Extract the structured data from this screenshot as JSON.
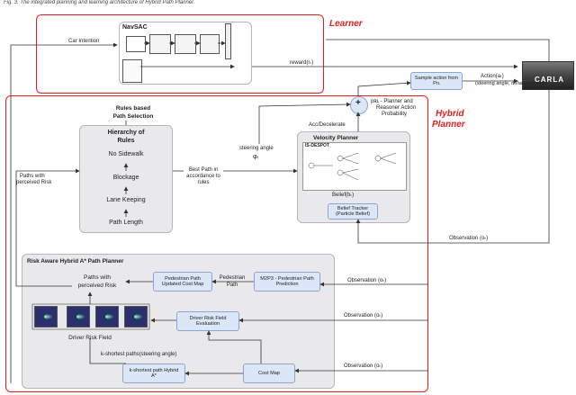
{
  "caption": "Fig. 3. The integrated planning and learning architecture of Hybrid Path Planner.",
  "learner": {
    "label": "Learner",
    "navsac_label": "NavSAC",
    "car_intention": "Car Intention",
    "reward": "reward(rₜ)"
  },
  "hybrid_planner": {
    "label_line1": "Hybrid",
    "label_line2": "Planner"
  },
  "sample_action": "Sample action from Prʟ",
  "action_label": "Action(aₜ)",
  "action_detail": "(steering angle, de/acceleration)",
  "carla_label": "CARLA",
  "plus": "+",
  "pre_note_line1": "pʀʟ - Planner and",
  "pre_note_line2": "Reasoner Action",
  "pre_note_line3": "Probability",
  "acc_decelerate": "Acc/Decelerate",
  "steering_angle": "steering angle",
  "steering_sym": "φₜ",
  "rules": {
    "title_line1": "Rules based",
    "title_line2": "Path Selection",
    "hierarchy_line1": "Hierarchy of",
    "hierarchy_line2": "Rules",
    "items": [
      "No Sidewalk",
      "Blockage",
      "Lane Keeping",
      "Path Length"
    ]
  },
  "paths_risk_line1": "Paths with",
  "paths_risk_line2": "perceived Risk",
  "best_path_line1": "Best Path in",
  "best_path_line2": "accordance to",
  "best_path_line3": "rules",
  "velocity_planner": {
    "title": "Velocity Planner",
    "despot": "IS-DESPOT",
    "belief": "Belief(bₜ)",
    "tracker_line1": "Belief Tracker",
    "tracker_line2": "(Particle Belief)"
  },
  "observations": [
    "Observation (oₜ)",
    "Observation (oₜ)",
    "Observation (oₜ)",
    "Observation (oₜ)"
  ],
  "risk_planner": {
    "title": "Risk Aware Hybrid A* Path Planner",
    "ped_cost_line1": "Pedestrian Path",
    "ped_cost_line2": "Updated Cost Map",
    "pedestrian_path_line1": "Pedestrian",
    "pedestrian_path_line2": "Path",
    "m2p3_line1": "M2P3 - Pedestrian Path",
    "m2p3_line2": "Prediction",
    "driver_risk_line1": "Driver Risk Field",
    "driver_risk_line2": "Evaluation",
    "driver_risk_field": "Driver Risk Field",
    "k_shortest": "k-shortest paths(steering angle)",
    "hybrid_a_line1": "k-shortest path Hybrid",
    "hybrid_a_line2": "A*",
    "cost_map": "Cost Map"
  }
}
